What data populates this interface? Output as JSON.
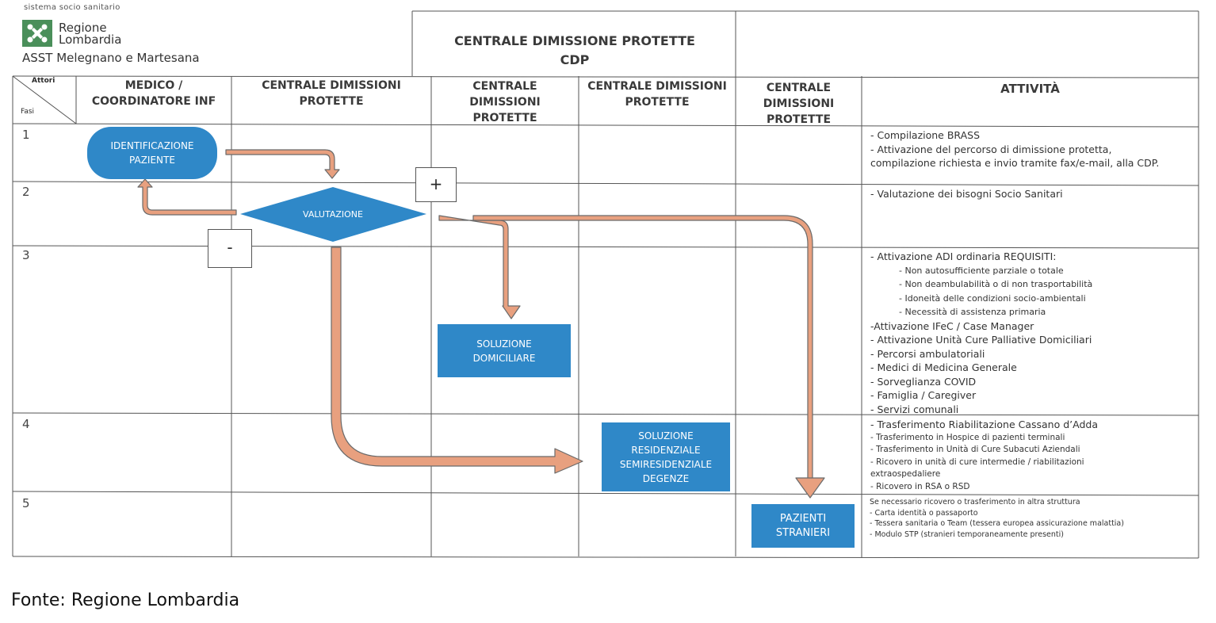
{
  "header": {
    "org_small": "sistema socio sanitario",
    "region_line1": "Regione",
    "region_line2": "Lombardia",
    "asst": "ASST Melegnano e Martesana",
    "title_line1": "CENTRALE DIMISSIONE PROTETTE",
    "title_line2": "CDP"
  },
  "table": {
    "corner_actors": "Attori",
    "corner_phases": "Fasi",
    "columns": [
      [
        "MEDICO /",
        "COORDINATORE INF"
      ],
      [
        "CENTRALE DIMISSIONI",
        "PROTETTE"
      ],
      [
        "CENTRALE",
        "DIMISSIONI",
        "PROTETTE"
      ],
      [
        "CENTRALE DIMISSIONI",
        "PROTETTE"
      ],
      [
        "CENTRALE",
        "DIMISSIONI",
        "PROTETTE"
      ],
      [
        "ATTIVITÀ"
      ]
    ],
    "phases": [
      "1",
      "2",
      "3",
      "4",
      "5"
    ]
  },
  "nodes": {
    "identificazione": [
      "IDENTIFICAZIONE",
      "PAZIENTE"
    ],
    "valutazione": "VALUTAZIONE",
    "plus": "+",
    "minus": "-",
    "domiciliare": [
      "SOLUZIONE",
      "DOMICILIARE"
    ],
    "residenziale": [
      "SOLUZIONE",
      "RESIDENZIALE",
      "SEMIRESIDENZIALE",
      "DEGENZE"
    ],
    "stranieri": [
      "PAZIENTI",
      "STRANIERI"
    ]
  },
  "activities": {
    "row1": [
      "- Compilazione BRASS",
      "- Attivazione del percorso di dimissione protetta,",
      "compilazione richiesta e invio tramite fax/e-mail, alla CDP."
    ],
    "row2": [
      "- Valutazione dei bisogni Socio Sanitari"
    ],
    "row3_head": "- Attivazione ADI ordinaria REQUISITI:",
    "row3_sub": [
      "-          Non autosufficiente parziale o totale",
      "-          Non deambulabilità o di non trasportabilità",
      "-          Idoneità delle condizioni socio-ambientali",
      "-          Necessità di assistenza primaria"
    ],
    "row3_items": [
      "-Attivazione IFeC / Case Manager",
      "- Attivazione Unità Cure Palliative Domiciliari",
      "- Percorsi ambulatoriali",
      "- Medici di Medicina Generale",
      "- Sorveglianza COVID",
      "- Famiglia / Caregiver",
      "- Servizi comunali"
    ],
    "row4_head": "- Trasferimento Riabilitazione Cassano d’Adda",
    "row4_items": [
      "- Trasferimento in Hospice di pazienti terminali",
      "- Trasferimento in Unità di Cure Subacuti Aziendali",
      "- Ricovero in unità di cure intermedie / riabilitazioni",
      "extraospedaliere",
      "- Ricovero in RSA o RSD"
    ],
    "row5": [
      "Se necessario ricovero o trasferimento in altra struttura",
      "- Carta identità o passaporto",
      "- Tessera sanitaria o Team (tessera europea assicurazione malattia)",
      "- Modulo STP (stranieri temporaneamente presenti)"
    ]
  },
  "source": "Fonte: Regione Lombardia",
  "colors": {
    "node_blue": "#2f88c8",
    "arrow_fill": "#e8a07f",
    "arrow_stroke": "#6a6a6a",
    "logo_green": "#4a8f5a"
  }
}
